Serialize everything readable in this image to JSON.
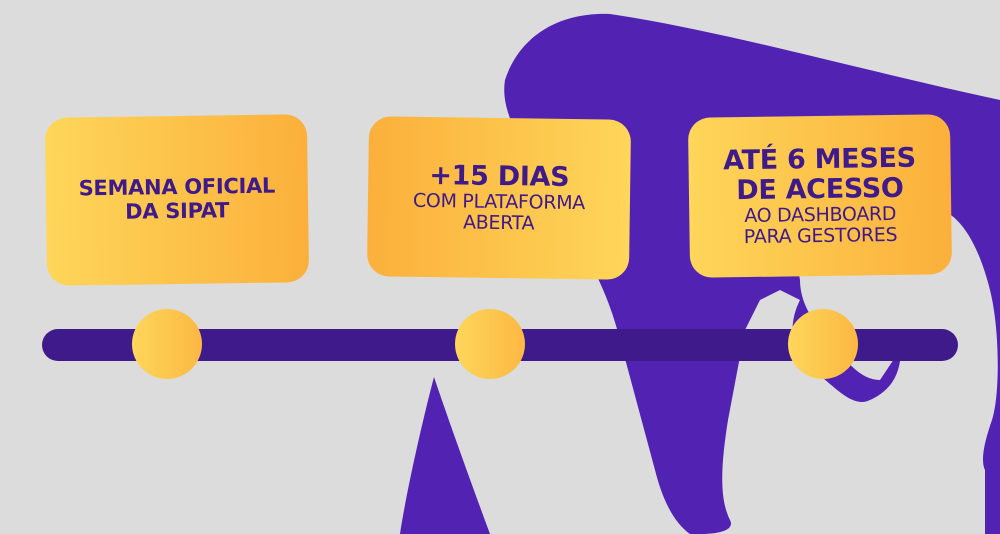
{
  "colors": {
    "background": "#dcdcdc",
    "purple_shape": "#5222b3",
    "track": "#3f1a8a",
    "text": "#3f1a8a",
    "yellow_light": "#fed65a",
    "yellow_dark": "#fbb03b"
  },
  "timeline": {
    "milestones": [
      {
        "lines": [
          "SEMANA OFICIAL",
          "DA SIPAT"
        ]
      },
      {
        "lines": [
          "+15 DIAS",
          "COM PLATAFORMA",
          "ABERTA"
        ]
      },
      {
        "lines": [
          "ATÉ 6 MESES",
          "DE ACESSO",
          "AO DASHBOARD",
          "PARA GESTORES"
        ]
      }
    ]
  }
}
